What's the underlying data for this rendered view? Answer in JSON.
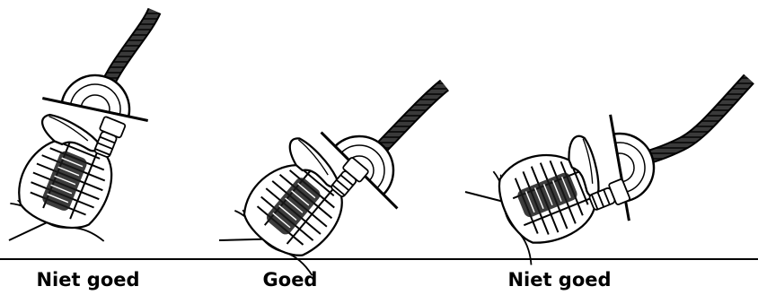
{
  "panels": [
    {
      "label": "Niet goed"
    },
    {
      "label": "Goed"
    },
    {
      "label": "Niet goed"
    }
  ]
}
